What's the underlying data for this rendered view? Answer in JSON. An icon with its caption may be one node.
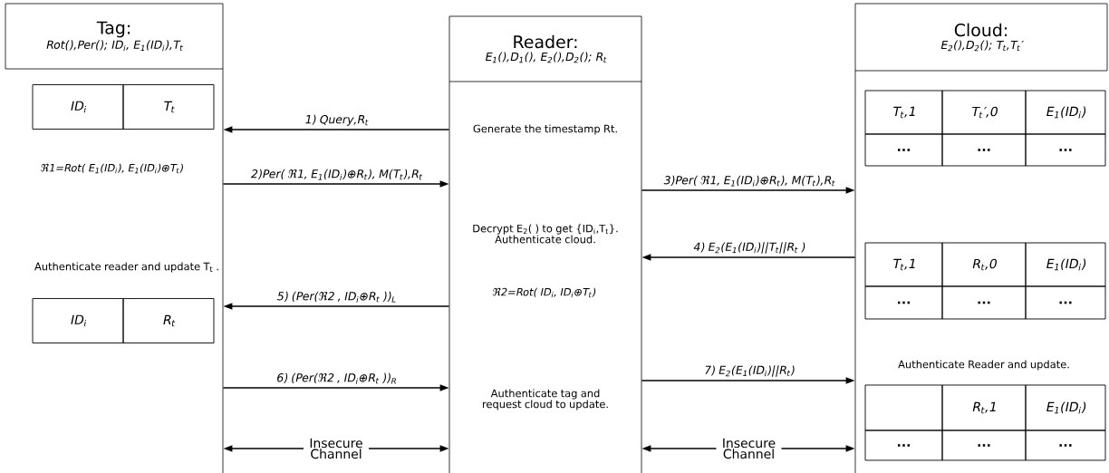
{
  "diagram": {
    "nodes": [
      {
        "text": [
          "Tag:",
          "Rot(),Per(); ID$_{i}$, E$_{1}$(ID$_{i}$),T$_{t}$"
        ]
      },
      {
        "text": [
          "Reader:",
          "E$_{1}$(),D$_{1}$(), E$_{2}$(),D$_{2}$(); R$_{t}$"
        ]
      },
      {
        "text": [
          "Cloud:",
          "E$_{2}$(),D$_{2}$(); T$_{t}$,T$_{t}$′"
        ]
      }
    ],
    "edges": [
      {
        "from": 1,
        "to": 0,
        "arrow": "to",
        "label": "1) Query,R$_{t}$"
      },
      {
        "from": 0,
        "to": 1,
        "arrow": "to",
        "label": "2)Per( ℜ1, E$_{1}$(ID$_{i}$)⊕R$_{t}$), M(T$_{t}$),R$_{t}$"
      },
      {
        "from": 1,
        "to": 2,
        "arrow": "to",
        "label": "3)Per( ℜ1, E$_{1}$(ID$_{i}$)⊕R$_{t}$), M(T$_{t}$),R$_{t}$"
      },
      {
        "from": 2,
        "to": 1,
        "arrow": "to",
        "label": "4) E$_{2}$(E$_{1}$(ID$_{i}$)||T$_{t}$||R$_{t}$ )"
      },
      {
        "from": 1,
        "to": 0,
        "arrow": "to",
        "label": "5) (Per(ℜ2 , ID$_{i}$⊕R$_{t}$ ))$_{L}$"
      },
      {
        "from": 0,
        "to": 1,
        "arrow": "to",
        "label": "6) (Per(ℜ2 , ID$_{i}$⊕R$_{t}$ ))$_{R}$"
      },
      {
        "from": 1,
        "to": 2,
        "arrow": "to",
        "label": "7) E$_{2}$(E$_{1}$(ID$_{i}$)||R$_{t}$)"
      },
      {
        "from": 0,
        "to": 1,
        "arrow": "both",
        "label": "Insecure Channel"
      },
      {
        "from": 1,
        "to": 2,
        "arrow": "both",
        "label": "Insecure Channel"
      }
    ],
    "labels": [
      "ID$_{i}$",
      "T$_{t}$",
      "ℜ1=Rot( E$_{1}$(ID$_{i}$), E$_{1}$(ID$_{i}$)⊕T$_{t}$)",
      "Generate the timestamp Rt.",
      "T$_{t}$,1",
      "T$_{t}$′,0",
      "E$_{1}$(ID$_{i}$)",
      "...",
      "...",
      "...",
      "Decrypt E$_{2}$( ) to get {ID$_{i}$,T$_{t}$}. Authenticate cloud.",
      "Authenticate reader and update T$_{t}$ .",
      "T$_{t}$,1",
      "R$_{t}$,0",
      "E$_{1}$(ID$_{i}$)",
      "...",
      "...",
      "...",
      "ℜ2=Rot( ID$_{i}$, ID$_{i}$⊕T$_{t}$)",
      "ID$_{i}$",
      "R$_{t}$",
      "Authenticate tag and request cloud to update.",
      "Authenticate Reader and update.",
      "R$_{t}$,1",
      "E$_{1}$(ID$_{i}$)",
      "...",
      "...",
      "..."
    ]
  }
}
